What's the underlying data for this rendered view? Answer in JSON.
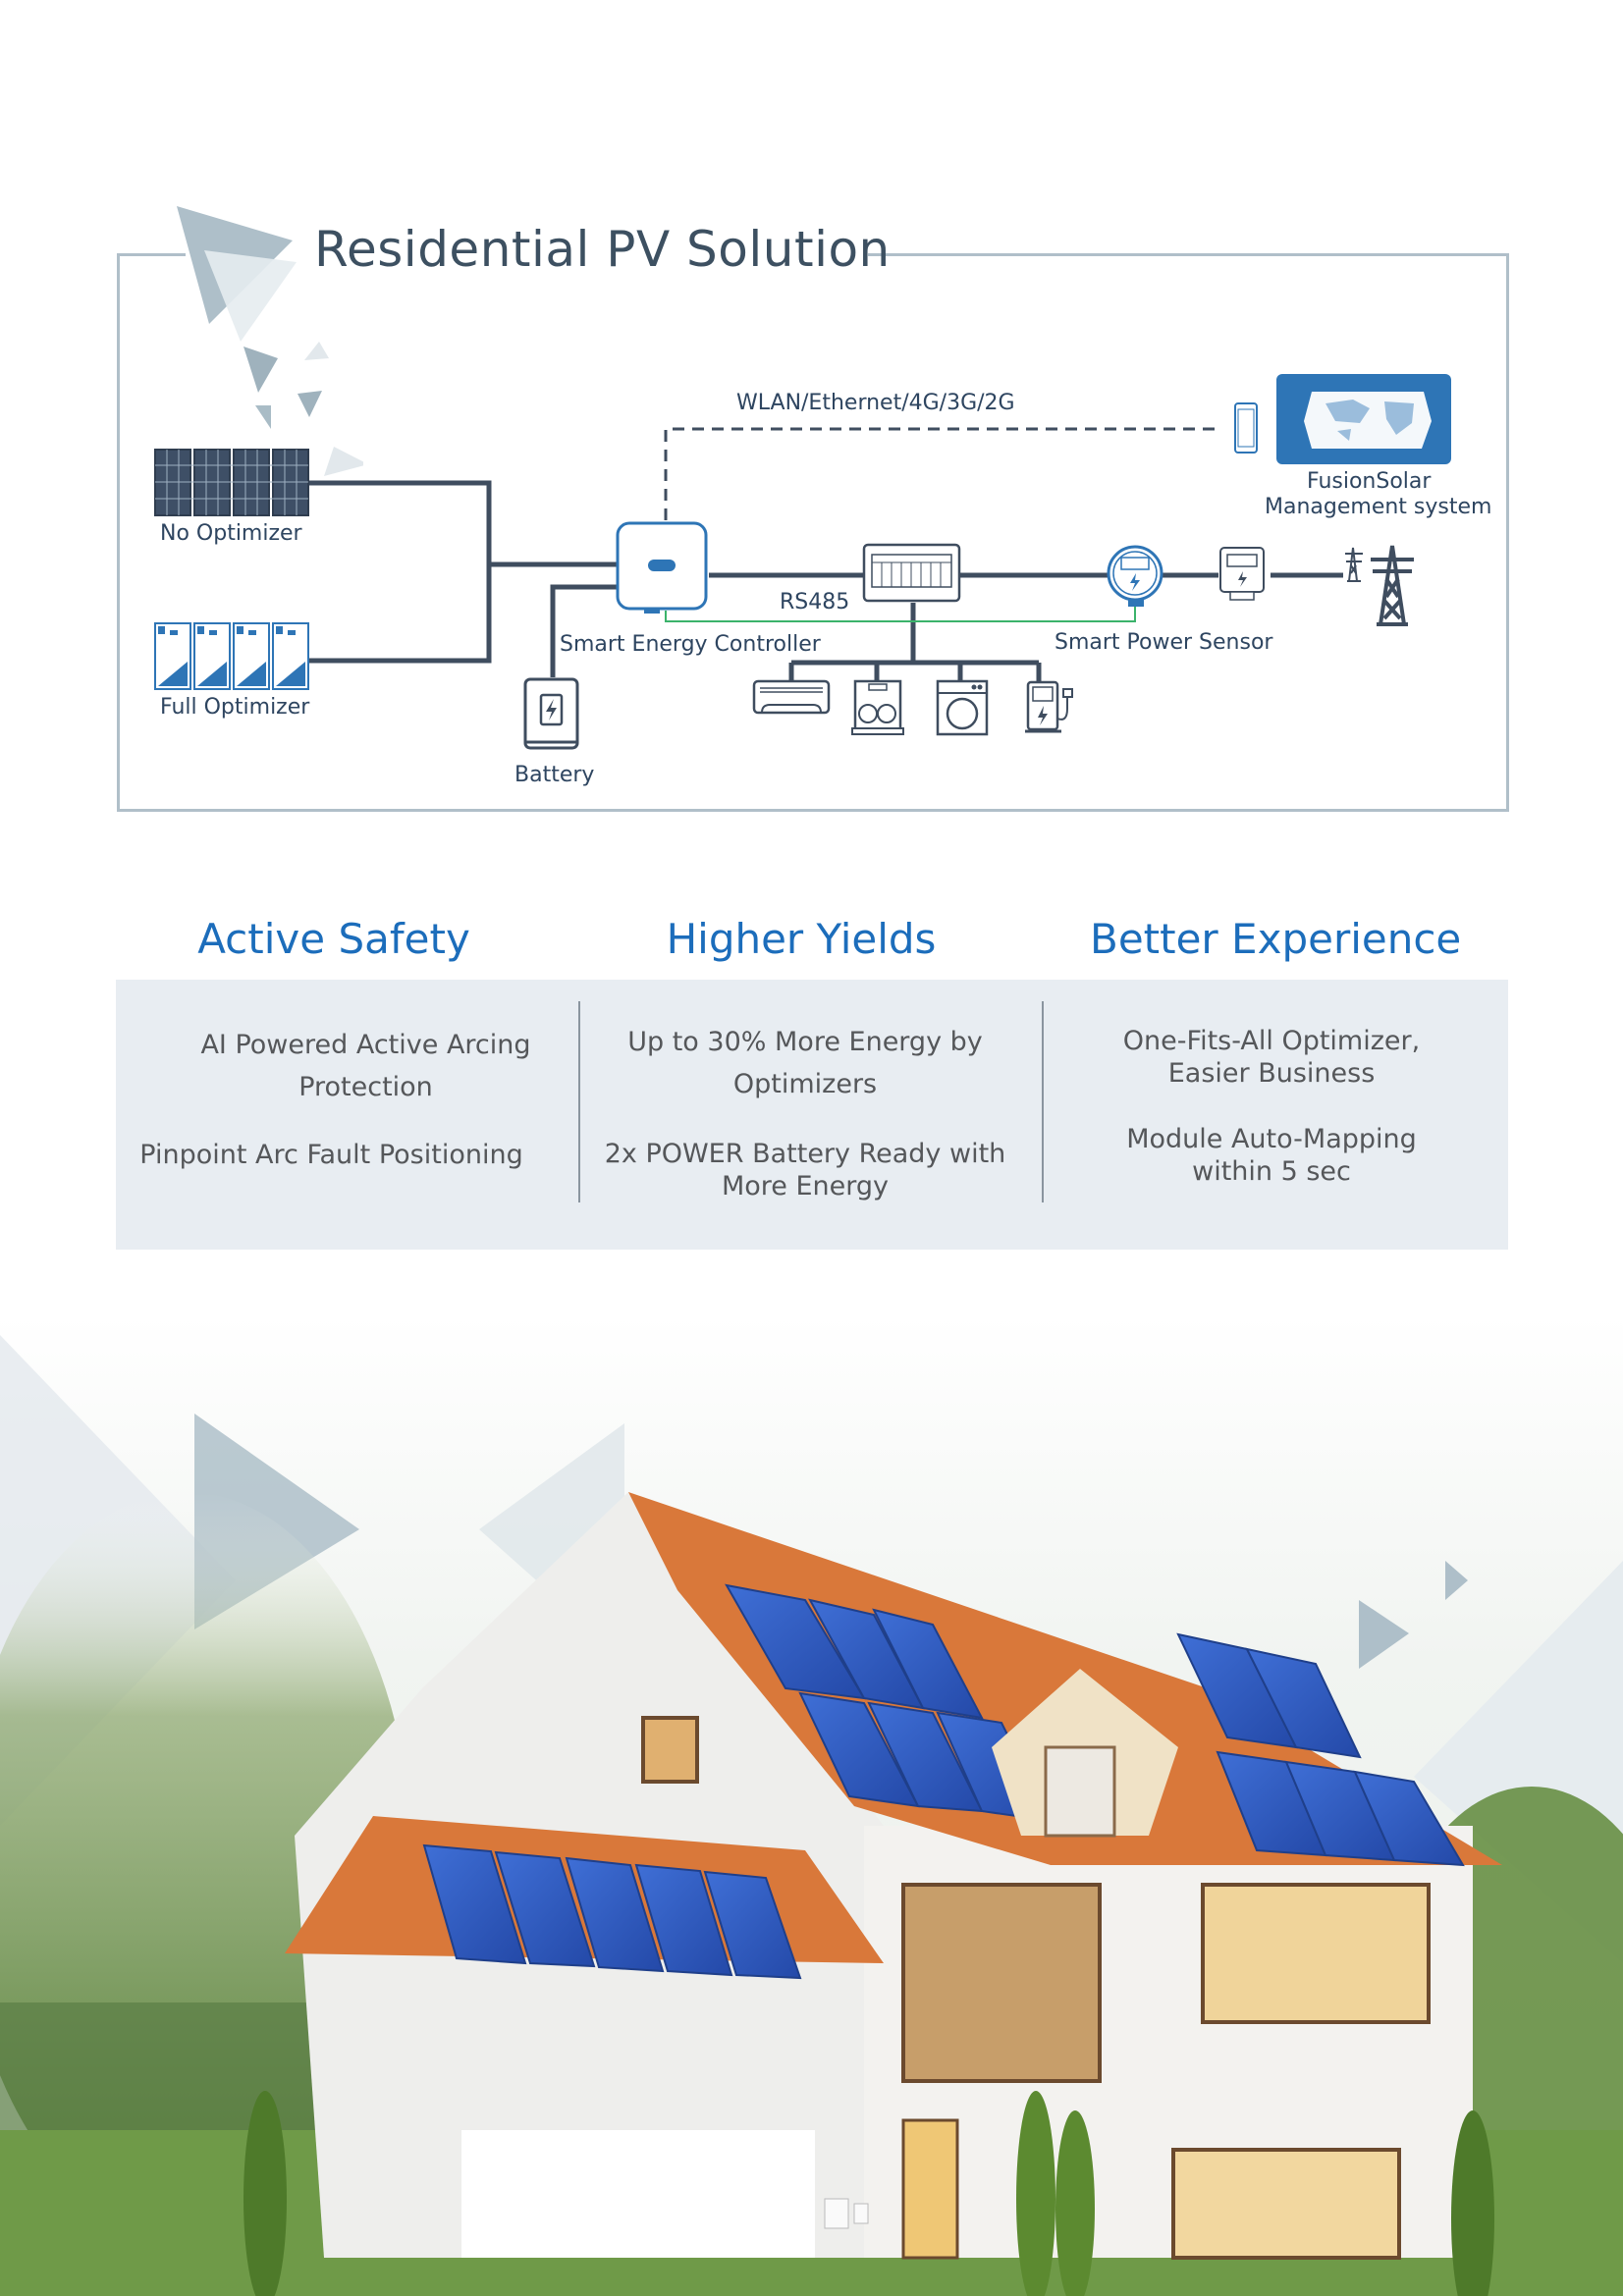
{
  "diagram": {
    "title": "Residential PV Solution",
    "labels": {
      "no_optimizer": "No Optimizer",
      "full_optimizer": "Full Optimizer",
      "comm_link": "WLAN/Ethernet/4G/3G/2G",
      "fusionsolar_line1": "FusionSolar",
      "fusionsolar_line2": "Management system",
      "smart_energy_controller": "Smart Energy Controller",
      "rs485": "RS485",
      "smart_power_sensor": "Smart Power Sensor",
      "battery": "Battery"
    },
    "appliances": [
      "air-conditioner",
      "dishwasher",
      "washing-machine",
      "ev-charger"
    ],
    "colors": {
      "line": "#3f4d5f",
      "accent_blue": "#2e75b6",
      "rs485_green": "#3bb36b",
      "frame": "#b0bfc9"
    }
  },
  "features": {
    "columns": [
      {
        "title": "Active Safety",
        "items": [
          "AI Powered Active Arcing Protection",
          "Pinpoint Arc Fault Positioning"
        ]
      },
      {
        "title": "Higher Yields",
        "items": [
          "Up to 30% More Energy by Optimizers",
          "2x POWER Battery Ready with More Energy"
        ]
      },
      {
        "title": "Better Experience",
        "items": [
          "One-Fits-All Optimizer, Easier Business",
          "Module Auto-Mapping within 5 sec"
        ]
      }
    ],
    "title_color": "#1c6dbb",
    "band_color": "#e8edf2"
  },
  "hero_image": {
    "description": "Two-storey white house with orange tiled roof covered in blue solar panels, surrounded by trees"
  }
}
